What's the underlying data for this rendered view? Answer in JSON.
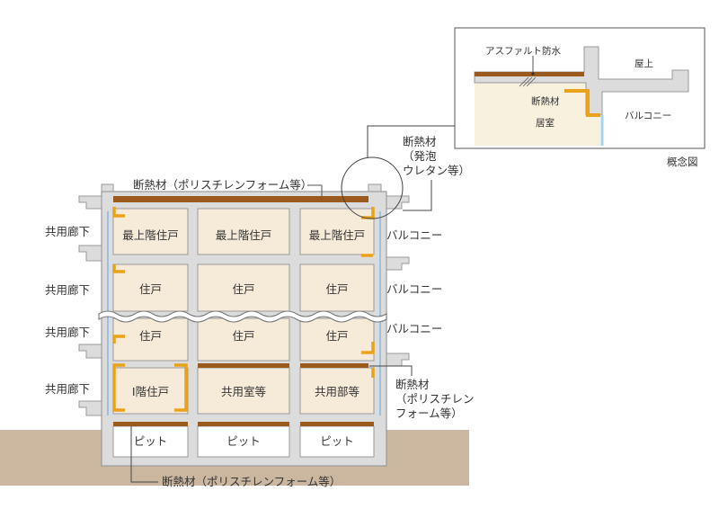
{
  "inset": {
    "roof_label": "屋上",
    "asphalt_label": "アスファルト防水",
    "insulation_label": "断熱材",
    "room_label": "居室",
    "balcony_label": "バルコニー",
    "caption": "概念図"
  },
  "rooms": {
    "top_floor": [
      "最上階住戸",
      "最上階住戸",
      "最上階住戸"
    ],
    "floor2": [
      "住戸",
      "住戸",
      "住戸"
    ],
    "floor_mid": [
      "住戸",
      "住戸",
      "住戸"
    ],
    "floor1": [
      "I階住戸",
      "共用室等",
      "共用部等"
    ],
    "pit": [
      "ピット",
      "ピット",
      "ピット"
    ]
  },
  "left_labels": [
    "共用廊下",
    "共用廊下",
    "共用廊下",
    "共用廊下"
  ],
  "right_labels": [
    "バルコニー",
    "バルコニー",
    "バルコニー"
  ],
  "annotations": {
    "roof_insulation": "断熱材（ポリスチレンフォーム等）",
    "urethane_line1": "断熱材",
    "urethane_line2": "（発泡",
    "urethane_line3": "ウレタン等）",
    "right_insulation_line1": "断熱材",
    "right_insulation_line2": "（ポリスチレン",
    "right_insulation_line3": "フォーム等）",
    "bottom_insulation": "断熱材（ポリスチレンフォーム等）"
  },
  "colors": {
    "concrete_fill": "#dcdcdc",
    "concrete_stroke": "#9a9a9a",
    "room_fill": "#f6ead9",
    "insulation_brown": "#9a5a1e",
    "urethane_orange": "#e9a21a",
    "ground": "#cbb7a0",
    "window_blue": "#7fb6e0"
  }
}
